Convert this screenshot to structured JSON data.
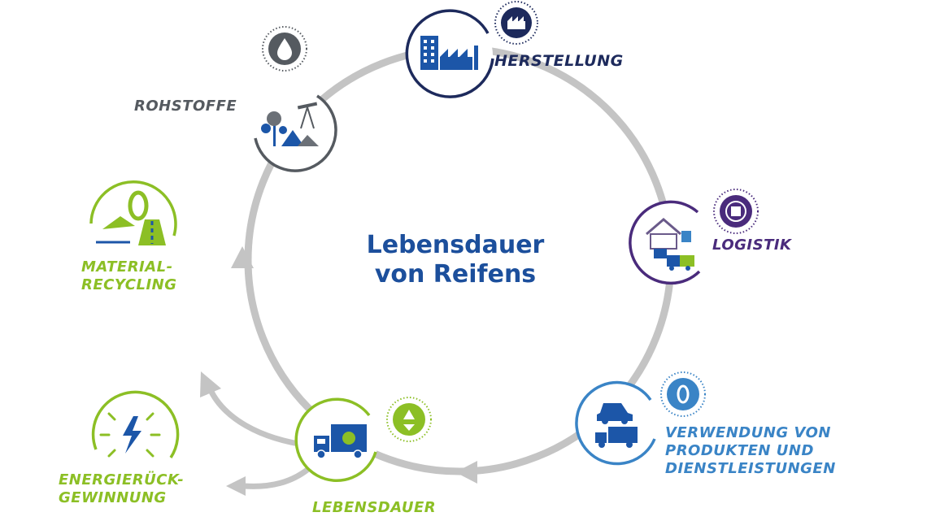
{
  "center": {
    "line1": "Lebensdauer",
    "line2": "von Reifens"
  },
  "stages": {
    "rohstoffe": "ROHSTOFFE",
    "herstellung": "HERSTELLUNG",
    "logistik": "LOGISTIK",
    "verwendung": [
      "VERWENDUNG VON",
      "PRODUKTEN UND",
      "DIENSTLEISTUNGEN"
    ],
    "lebensdauer": "LEBENSDAUER",
    "energie": [
      "ENERGIERÜCK-",
      "GEWINNUNG"
    ],
    "material": [
      "MATERIAL-",
      "RECYCLING"
    ]
  },
  "colors": {
    "ring": "#c4c4c4",
    "navy": "#1d2a5c",
    "grey": "#555a60",
    "purple": "#4a2b7c",
    "blue": "#3a84c6",
    "green": "#8cbf25",
    "title": "#1c4f9c"
  }
}
